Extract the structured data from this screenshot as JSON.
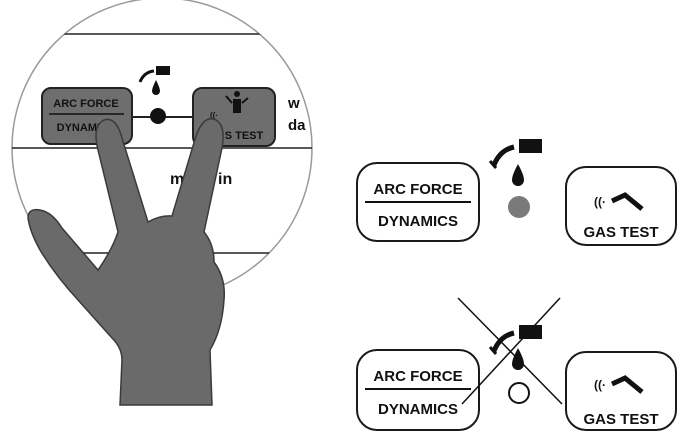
{
  "zoom_panel": {
    "arc_force_label_top": "ARC FORCE",
    "arc_force_label_bottom": "DYNAMICS",
    "gas_test_label": "S TEST",
    "fragment_side_top": "w",
    "fragment_side_bottom": "da",
    "fragment_bottom": "m",
    "fragment_bottom_right": "in"
  },
  "panel_top": {
    "arc_force_label_top": "ARC FORCE",
    "arc_force_label_bottom": "DYNAMICS",
    "gas_test_label": "GAS TEST",
    "led_state": "on"
  },
  "panel_bottom": {
    "arc_force_label_top": "ARC FORCE",
    "arc_force_label_bottom": "DYNAMICS",
    "gas_test_label": "GAS TEST",
    "led_state": "off",
    "crossed_out": true
  },
  "colors": {
    "button_fill_zoom": "#6e6e6e",
    "hand": "#6a6a6a",
    "led_on": "#7a7a7a",
    "outline": "#1a1a1a"
  },
  "icons": [
    "torch-icon",
    "drop-icon",
    "gas-cylinder-icon",
    "gas-wave-icon"
  ]
}
